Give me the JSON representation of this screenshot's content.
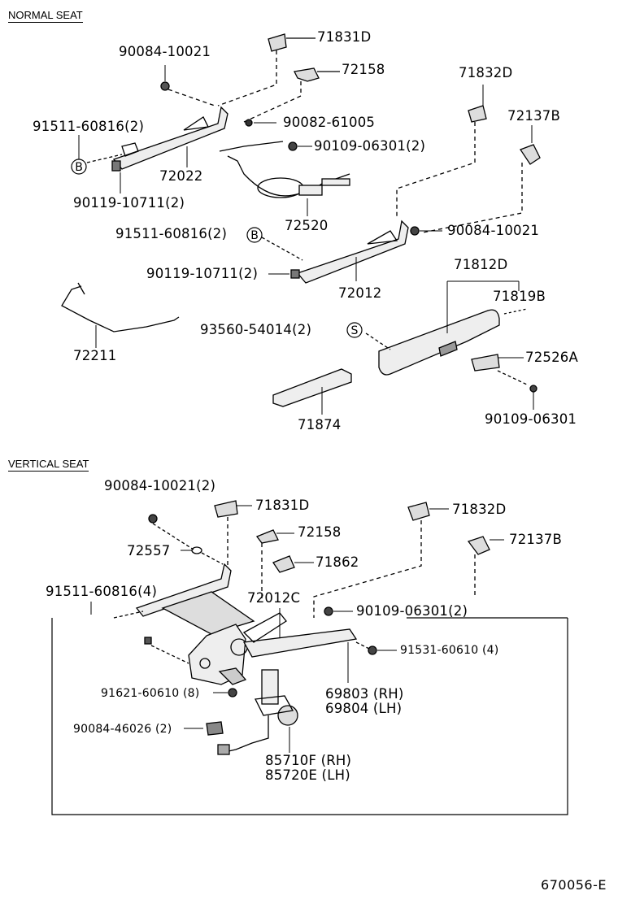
{
  "normal_section": {
    "heading": "NORMAL SEAT",
    "labels": {
      "p71831D": "71831D",
      "p90084_10021_a": "90084-10021",
      "p72158": "72158",
      "p71832D": "71832D",
      "p91511_60816_a": "91511-60816(2)",
      "p90082_61005": "90082-61005",
      "p72137B": "72137B",
      "p90109_06301_2": "90109-06301(2)",
      "p72022": "72022",
      "p90119_10711_a": "90119-10711(2)",
      "p72520": "72520",
      "p91511_60816_b": "91511-60816(2)",
      "p90084_10021_b": "90084-10021",
      "p90119_10711_b": "90119-10711(2)",
      "p71812D": "71812D",
      "p72012": "72012",
      "p71819B": "71819B",
      "p93560_54014": "93560-54014(2)",
      "p72211": "72211",
      "p72526A": "72526A",
      "p71874": "71874",
      "p90109_06301": "90109-06301"
    },
    "callouts": {
      "b1": "B",
      "b2": "B",
      "s1": "S"
    }
  },
  "vertical_section": {
    "heading": "VERTICAL SEAT",
    "labels": {
      "p90084_10021_2": "90084-10021(2)",
      "p71831D": "71831D",
      "p71832D": "71832D",
      "p72158": "72158",
      "p72137B": "72137B",
      "p72557": "72557",
      "p71862": "71862",
      "p91511_60816_4": "91511-60816(4)",
      "p72012C": "72012C",
      "p90109_06301_2": "90109-06301(2)",
      "p91531_60610_4": "91531-60610 (4)",
      "p91621_60610_8": "91621-60610 (8)",
      "p69803": "69803 (RH)",
      "p69804": "69804 (LH)",
      "p90084_46026_2": "90084-46026 (2)",
      "p85710F": "85710F (RH)",
      "p85720E": "85720E (LH)"
    }
  },
  "footer_code": "670056-E"
}
